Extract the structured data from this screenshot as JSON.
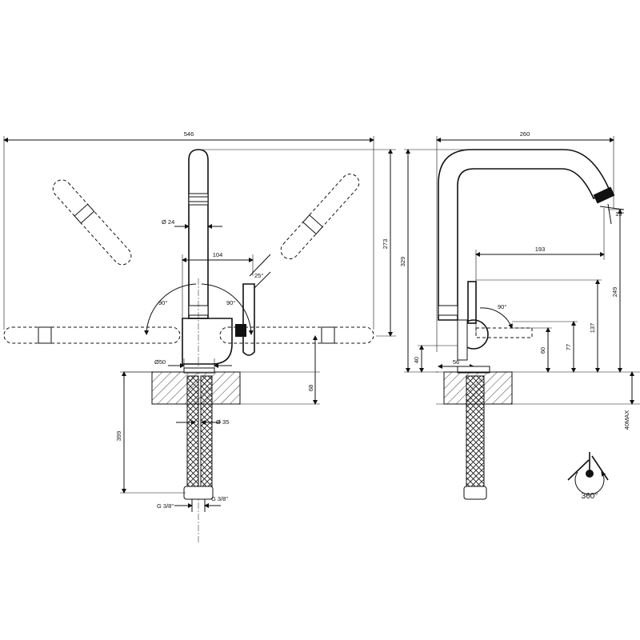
{
  "drawing": {
    "front": {
      "width_total": "546",
      "height_total": "273",
      "spout_dia": "Ø 24",
      "lever_offset": "104",
      "lever_tilt": "25°",
      "swing_left": "90°",
      "swing_right": "90°",
      "base_dia": "Ø50",
      "deck_thickness": "68",
      "shank_dia": "Ø 35",
      "hose_length": "399",
      "conn_left": "G 3/8\"",
      "conn_right": "G 3/8\""
    },
    "side": {
      "width_total": "260",
      "height_total": "329",
      "spout_angle": "15°",
      "reach": "193",
      "outlet_height": "249",
      "lever_swing": "90°",
      "lever_height": "137",
      "lever_pos_77": "77",
      "lever_pos_60": "60",
      "base_height": "40",
      "base_width": "56",
      "max_deck": "40MAX"
    },
    "rotation": {
      "label": "360°"
    }
  }
}
